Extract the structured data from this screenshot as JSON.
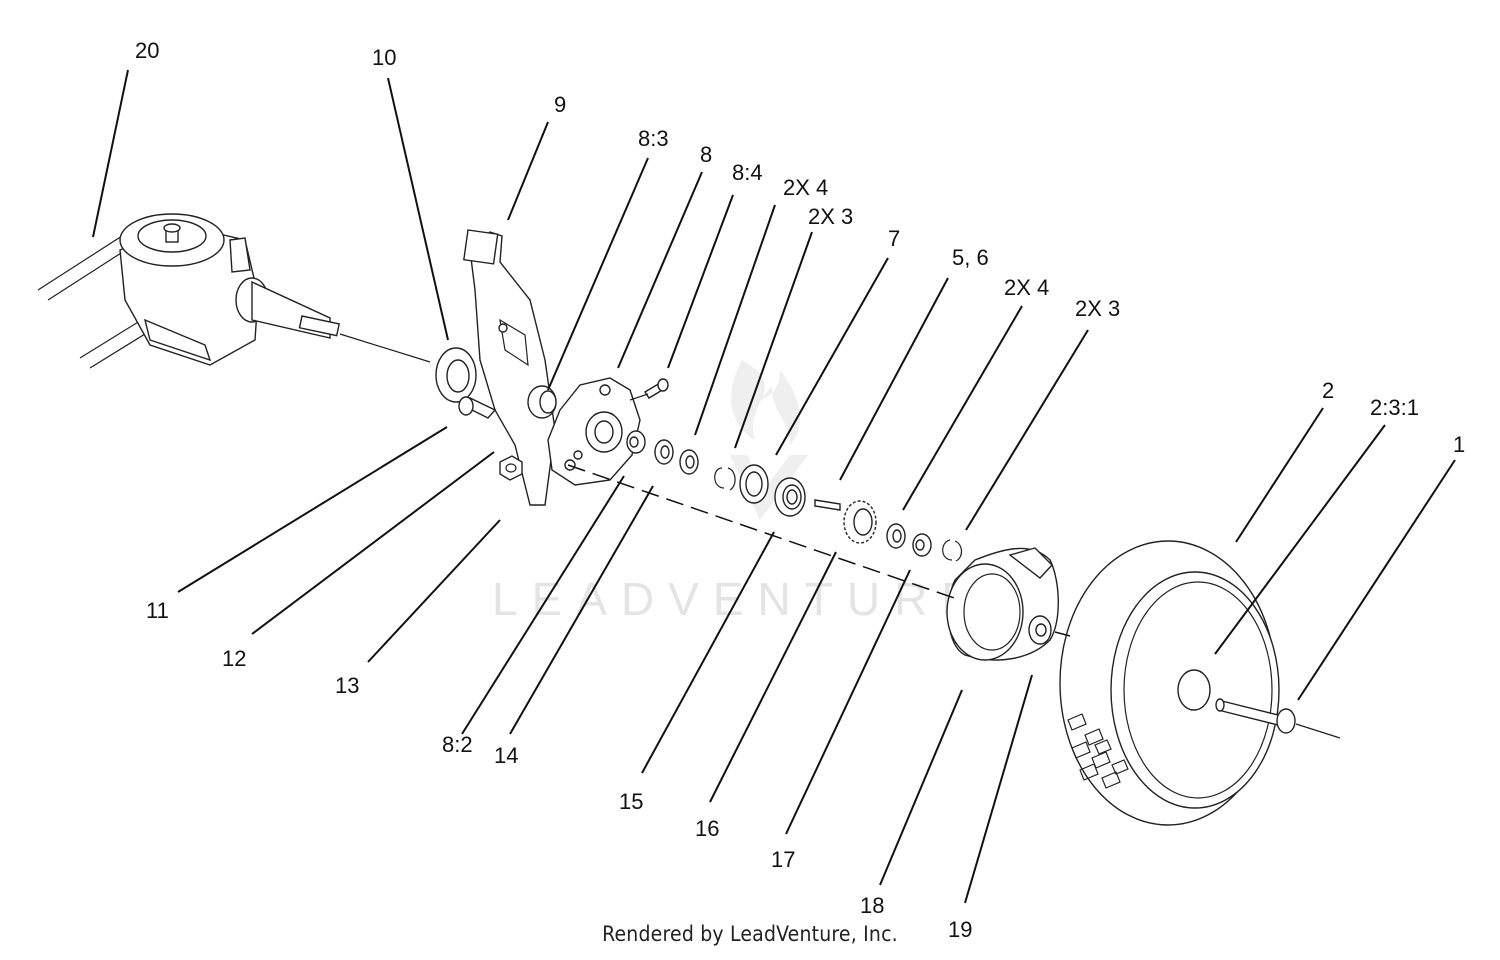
{
  "diagram": {
    "callouts": [
      {
        "id": "20",
        "label": "20"
      },
      {
        "id": "10",
        "label": "10"
      },
      {
        "id": "9",
        "label": "9"
      },
      {
        "id": "8_3",
        "label": "8:3"
      },
      {
        "id": "8",
        "label": "8"
      },
      {
        "id": "8_4",
        "label": "8:4"
      },
      {
        "id": "2x4_a",
        "label": "2X 4"
      },
      {
        "id": "2x3_a",
        "label": "2X 3"
      },
      {
        "id": "7",
        "label": "7"
      },
      {
        "id": "5_6",
        "label": "5, 6"
      },
      {
        "id": "2x4_b",
        "label": "2X 4"
      },
      {
        "id": "2x3_b",
        "label": "2X 3"
      },
      {
        "id": "2",
        "label": "2"
      },
      {
        "id": "2_3_1",
        "label": "2:3:1"
      },
      {
        "id": "1",
        "label": "1"
      },
      {
        "id": "11",
        "label": "11"
      },
      {
        "id": "12",
        "label": "12"
      },
      {
        "id": "13",
        "label": "13"
      },
      {
        "id": "8_2",
        "label": "8:2"
      },
      {
        "id": "14",
        "label": "14"
      },
      {
        "id": "15",
        "label": "15"
      },
      {
        "id": "16",
        "label": "16"
      },
      {
        "id": "17",
        "label": "17"
      },
      {
        "id": "18",
        "label": "18"
      },
      {
        "id": "19",
        "label": "19"
      }
    ],
    "watermark": "LEADVENTURE",
    "footer": "Rendered by LeadVenture, Inc."
  }
}
